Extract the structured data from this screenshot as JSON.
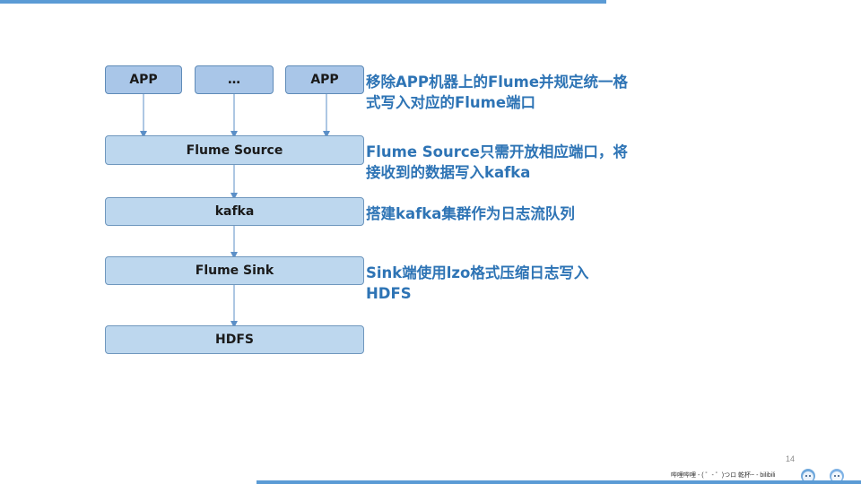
{
  "diagram": {
    "nodes": {
      "app1": "APP",
      "app_ellipsis": "…",
      "app3": "APP",
      "flume_source": "Flume Source",
      "kafka": "kafka",
      "flume_sink": "Flume Sink",
      "hdfs": "HDFS"
    },
    "notes": {
      "apps": {
        "line1": "移除APP机器上的Flume并规定统一格",
        "line2": "式写入对应的Flume端口"
      },
      "flume_source": {
        "line1": "Flume Source只需开放相应端口，将",
        "line2": "接收到的数据写入kafka"
      },
      "kafka": {
        "line1": "搭建kafka集群作为日志流队列"
      },
      "flume_sink": {
        "line1": "Sink端使用lzo格式压缩日志写入",
        "line2": "HDFS"
      }
    }
  },
  "footer": {
    "page_number": "14",
    "watermark": "哔哩哔哩 - ( ゜- ゜)つロ 乾杯~ - bilibili"
  },
  "colors": {
    "accent_bar": "#5b9bd5",
    "node_fill": "#bdd7ee",
    "app_fill": "#a9c6e8",
    "note_text": "#2e74b5",
    "arrow": "#5b8fc7"
  }
}
